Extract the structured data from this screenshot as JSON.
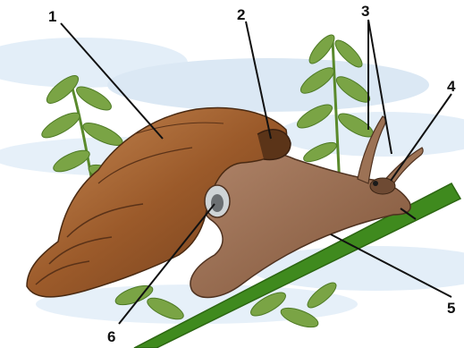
{
  "labels": {
    "n1": "1",
    "n2": "2",
    "n3": "3",
    "n4": "4",
    "n5": "5",
    "n6": "6"
  },
  "colors": {
    "water": "#dce9f5",
    "leaf": "#6f9a3a",
    "stem": "#3f7f1c",
    "shell": "#a05f2c",
    "body": "#9a6b4d",
    "line": "#111111"
  }
}
